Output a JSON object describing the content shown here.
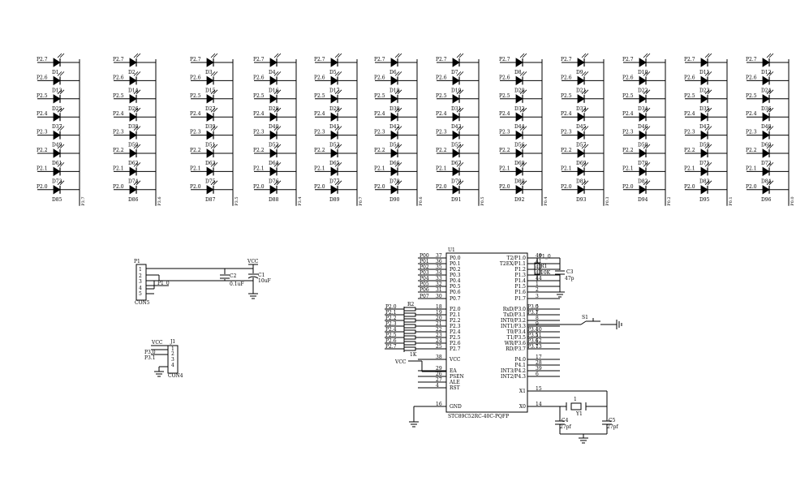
{
  "led_matrix": {
    "row_pins": [
      "P2.7",
      "P2.6",
      "P2.5",
      "P2.4",
      "P2.3",
      "P2.2",
      "P2.1",
      "P2.0"
    ],
    "column_nets": [
      "P3.7",
      "P3.6",
      "P3.5",
      "P3.4",
      "P0.7",
      "P0.6",
      "P0.5",
      "P0.4",
      "P0.3",
      "P0.2",
      "P0.1",
      "P0.0"
    ],
    "designators": [
      [
        "D1",
        "D2",
        "D3",
        "D4",
        "D5",
        "D6",
        "D7",
        "D8",
        "D9",
        "D10",
        "D11",
        "D12"
      ],
      [
        "D13",
        "D14",
        "D15",
        "D16",
        "D17",
        "D18",
        "D19",
        "D20",
        "D21",
        "D22",
        "D23",
        "D24"
      ],
      [
        "D25",
        "D26",
        "D27",
        "D28",
        "D29",
        "D30",
        "D31",
        "D32",
        "D33",
        "D34",
        "D35",
        "D36"
      ],
      [
        "D37",
        "D38",
        "D39",
        "D40",
        "D41",
        "D42",
        "D43",
        "D44",
        "D45",
        "D46",
        "D47",
        "D48"
      ],
      [
        "D49",
        "D50",
        "D51",
        "D52",
        "D53",
        "D54",
        "D55",
        "D56",
        "D57",
        "D58",
        "D59",
        "D60"
      ],
      [
        "D61",
        "D62",
        "D63",
        "D64",
        "D65",
        "D66",
        "D67",
        "D68",
        "D69",
        "D70",
        "D71",
        "D72"
      ],
      [
        "D73",
        "D74",
        "D75",
        "D76",
        "D77",
        "D78",
        "D79",
        "D80",
        "D81",
        "D82",
        "D83",
        "D84"
      ],
      [
        "D85",
        "D86",
        "D87",
        "D88",
        "D89",
        "D90",
        "D91",
        "D92",
        "D93",
        "D94",
        "D95",
        "D96"
      ]
    ]
  },
  "p1": {
    "ref": "P1",
    "name": "CON5",
    "pins": [
      "1",
      "2",
      "3",
      "4",
      "5"
    ],
    "net_p10": "P1_0",
    "vcc": "VCC",
    "c1_ref": "C1",
    "c1_val": "10uF",
    "c2_ref": "C2",
    "c2_val": "0.1uF"
  },
  "j1": {
    "ref": "J1",
    "name": "CON4",
    "pins": [
      "1",
      "2",
      "3",
      "4"
    ],
    "nets": [
      "VCC",
      "P3.0",
      "P3.1"
    ]
  },
  "mcu": {
    "ref": "U1",
    "part": "STC89C52RC-40C-PQFP",
    "left_pins": [
      {
        "num": "37",
        "name": "P0.0",
        "net": "P00"
      },
      {
        "num": "36",
        "name": "P0.1",
        "net": "P01"
      },
      {
        "num": "35",
        "name": "P0.2",
        "net": "P02"
      },
      {
        "num": "34",
        "name": "P0.3",
        "net": "P03"
      },
      {
        "num": "33",
        "name": "P0.4",
        "net": "P04"
      },
      {
        "num": "32",
        "name": "P0.5",
        "net": "P05"
      },
      {
        "num": "31",
        "name": "P0.6",
        "net": "P06"
      },
      {
        "num": "30",
        "name": "P0.7",
        "net": "P07"
      },
      {
        "num": "18",
        "name": "P2.0",
        "net": "P2.0"
      },
      {
        "num": "19",
        "name": "P2.1",
        "net": "P2.1"
      },
      {
        "num": "20",
        "name": "P2.2",
        "net": "P2.2"
      },
      {
        "num": "21",
        "name": "P2.3",
        "net": "P2.3"
      },
      {
        "num": "22",
        "name": "P2.4",
        "net": "P2.4"
      },
      {
        "num": "23",
        "name": "P2.5",
        "net": "P2.5"
      },
      {
        "num": "24",
        "name": "P2.6",
        "net": "P2.6"
      },
      {
        "num": "25",
        "name": "P2.7",
        "net": "P2.7"
      },
      {
        "num": "38",
        "name": "VCC",
        "net": "VCC"
      },
      {
        "num": "29",
        "name": "EA",
        "net": ""
      },
      {
        "num": "26",
        "name": "PSEN",
        "net": ""
      },
      {
        "num": "27",
        "name": "ALE",
        "net": ""
      },
      {
        "num": "4",
        "name": "RST",
        "net": ""
      },
      {
        "num": "16",
        "name": "GND",
        "net": ""
      }
    ],
    "right_pins": [
      {
        "num": "40",
        "name": "T2/P1.0",
        "net": "P1_0"
      },
      {
        "num": "41",
        "name": "T2EX/P1.1",
        "net": ""
      },
      {
        "num": "42",
        "name": "P1.2",
        "net": ""
      },
      {
        "num": "43",
        "name": "P1.3",
        "net": ""
      },
      {
        "num": "44",
        "name": "P1.4",
        "net": ""
      },
      {
        "num": "1",
        "name": "P1.5",
        "net": ""
      },
      {
        "num": "2",
        "name": "P1.6",
        "net": ""
      },
      {
        "num": "3",
        "name": "P1.7",
        "net": ""
      },
      {
        "num": "5",
        "name": "RxD/P3.0",
        "net": "P3.0"
      },
      {
        "num": "7",
        "name": "TxD/P3.1",
        "net": "P3.1"
      },
      {
        "num": "8",
        "name": "INT0/P3.2",
        "net": ""
      },
      {
        "num": "9",
        "name": "INT1/P3.3",
        "net": ""
      },
      {
        "num": "10",
        "name": "T0/P3.4",
        "net": "P3.4"
      },
      {
        "num": "11",
        "name": "T1/P3.5",
        "net": "P3.5"
      },
      {
        "num": "12",
        "name": "WR/P3.6",
        "net": "P3.6"
      },
      {
        "num": "13",
        "name": "RD/P3.7",
        "net": "P3.7"
      },
      {
        "num": "17",
        "name": "P4.0",
        "net": ""
      },
      {
        "num": "28",
        "name": "P4.1",
        "net": ""
      },
      {
        "num": "39",
        "name": "INT3/P4.2",
        "net": ""
      },
      {
        "num": "6",
        "name": "INT2/P4.3",
        "net": ""
      },
      {
        "num": "15",
        "name": "X1",
        "net": ""
      },
      {
        "num": "14",
        "name": "X0",
        "net": ""
      }
    ]
  },
  "r1": {
    "ref": "R1",
    "val": "10K",
    "net": "P1_0"
  },
  "c3": {
    "ref": "C3",
    "val": "47p"
  },
  "r2": {
    "ref": "R2",
    "val": "1K"
  },
  "s1": {
    "ref": "S1"
  },
  "y1": {
    "ref": "Y1",
    "pin": "1"
  },
  "c4": {
    "ref": "C4",
    "val": "27pf"
  },
  "c5": {
    "ref": "C5",
    "val": "27pf"
  }
}
